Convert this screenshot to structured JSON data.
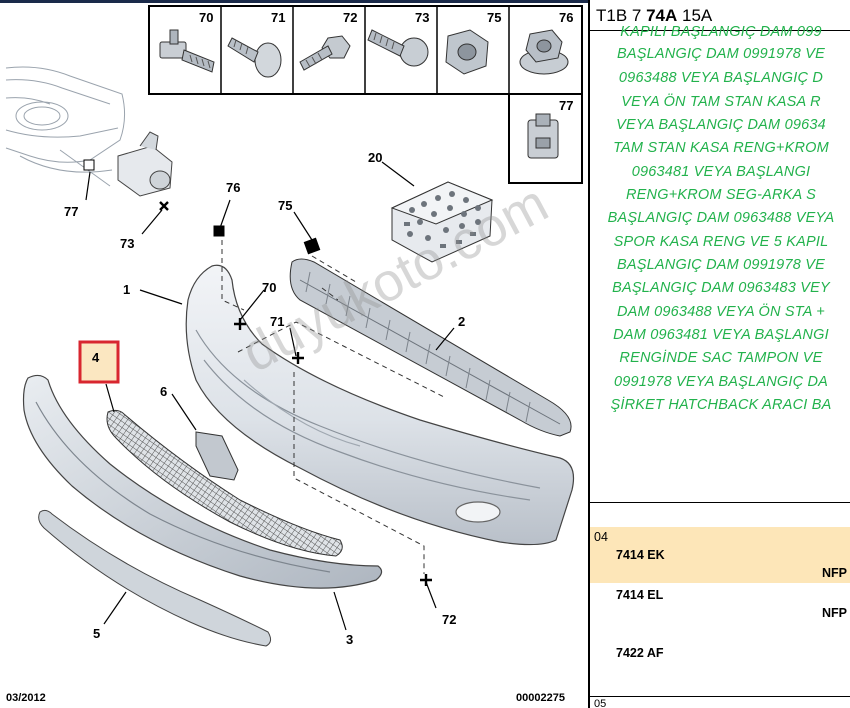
{
  "header": {
    "prefix": "T1B 7",
    "bold": "74A",
    "suffix": "15A"
  },
  "description_lines": [
    "KAPILI BAŞLANGIÇ DAM 099",
    "BAŞLANGIÇ DAM 0991978 VE",
    "0963488 VEYA BAŞLANGIÇ D",
    "VEYA ÖN TAM STAN KASA R",
    "VEYA BAŞLANGIÇ DAM 09634",
    "TAM STAN KASA RENG+KROM",
    "0963481 VEYA BAŞLANGI",
    "RENG+KROM SEG-ARKA S",
    "BAŞLANGIÇ DAM 0963488 VEYA",
    "SPOR KASA RENG VE 5 KAPIL",
    "BAŞLANGIÇ DAM 0991978 VE",
    "BAŞLANGIÇ DAM 0963483 VEY",
    "DAM 0963488 VEYA ÖN STA +",
    "DAM 0963481 VEYA BAŞLANGI",
    "RENGİNDE SAC TAMPON VE",
    "0991978 VEYA BAŞLANGIÇ DA",
    "ŞİRKET HATCHBACK ARACI BA"
  ],
  "parts_table": {
    "row_index": "04",
    "rows": [
      {
        "code": "7414 EK",
        "status": "NFP",
        "highlight": true
      },
      {
        "code": "7414 EL",
        "status": "NFP",
        "highlight": false
      },
      {
        "code": "7422 AF",
        "status": "",
        "highlight": false
      }
    ],
    "last_row_index": "05"
  },
  "fastener_boxes": [
    "70",
    "71",
    "72",
    "73",
    "75",
    "76",
    "77"
  ],
  "callouts": {
    "c1": "1",
    "c2": "2",
    "c3": "3",
    "c4": "4",
    "c5": "5",
    "c6": "6",
    "c20": "20",
    "c70": "70",
    "c71": "71",
    "c72": "72",
    "c73": "73",
    "c75": "75",
    "c76": "76",
    "c77": "77"
  },
  "footer": {
    "date": "03/2012",
    "ref": "00002275"
  },
  "watermark": "duyukoto.com",
  "colors": {
    "desc_text": "#22b24c",
    "highlight_row": "#fde6b8",
    "highlight_box": "#d8262f",
    "part_label_bg": "#f7d48e"
  }
}
